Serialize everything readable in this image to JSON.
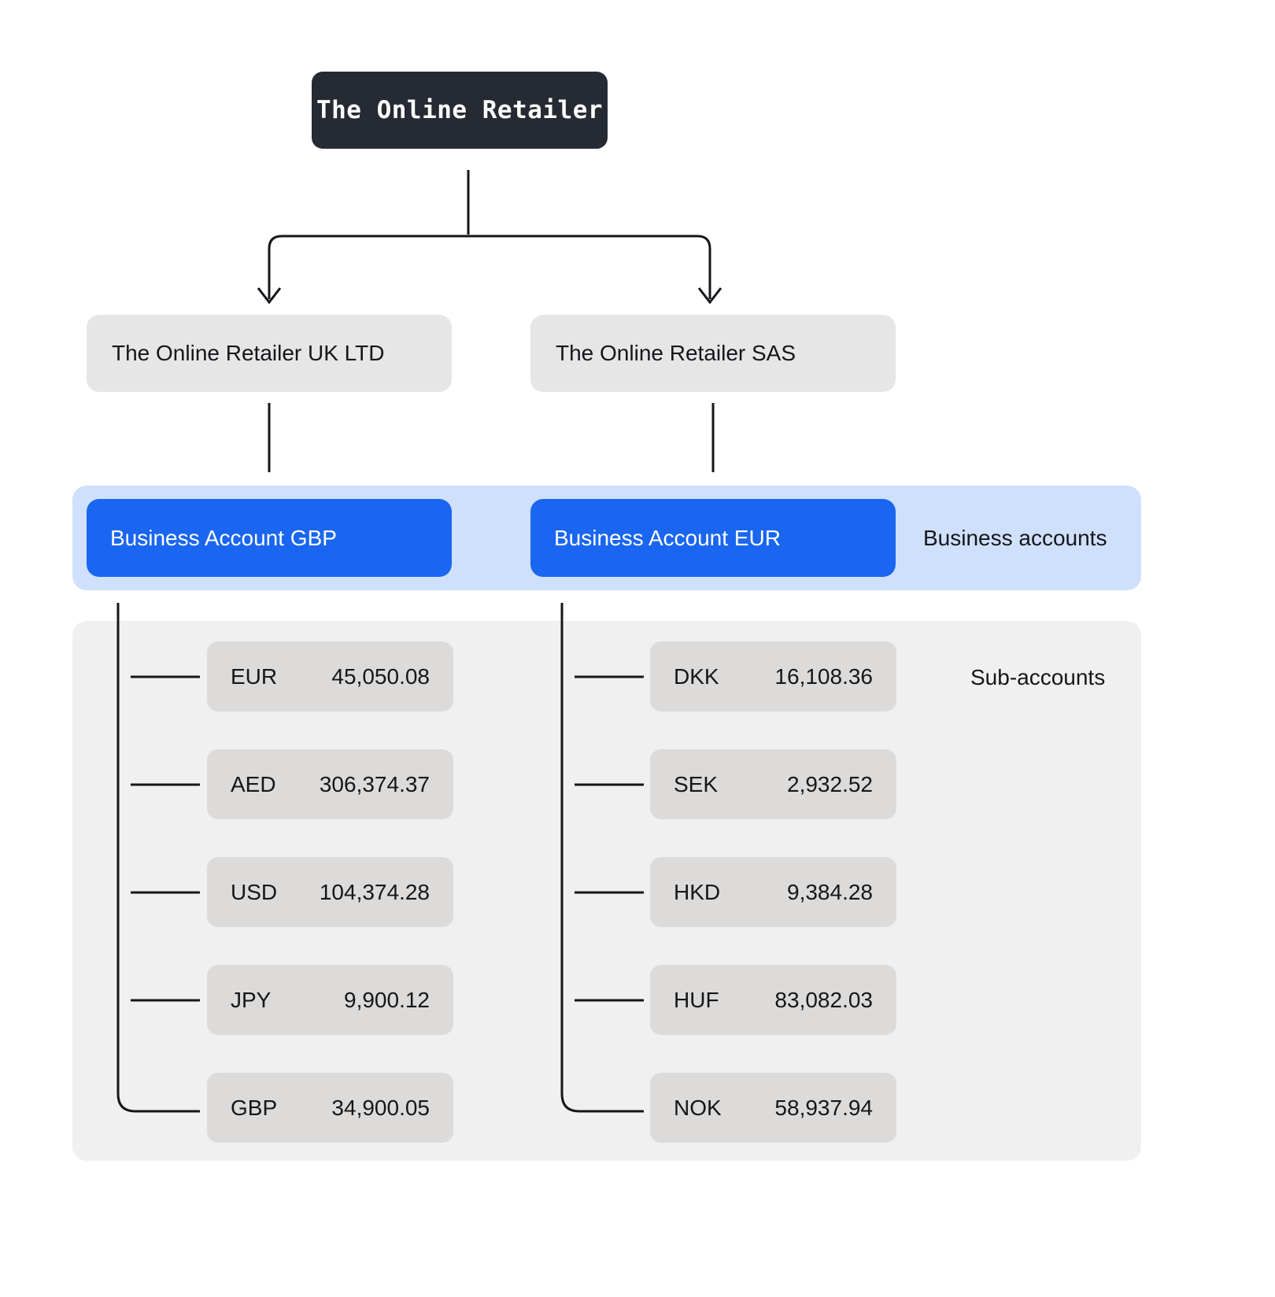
{
  "root": {
    "label": "The Online Retailer"
  },
  "entities": [
    {
      "label": "The Online Retailer UK LTD"
    },
    {
      "label": "The Online Retailer SAS"
    }
  ],
  "business_accounts": {
    "section_label": "Business accounts",
    "cards": [
      {
        "label": "Business Account GBP"
      },
      {
        "label": "Business Account EUR"
      }
    ]
  },
  "sub_accounts": {
    "section_label": "Sub-accounts",
    "columns": [
      {
        "parent": "Business Account GBP",
        "rows": [
          {
            "code": "EUR",
            "amount": "45,050.08"
          },
          {
            "code": "AED",
            "amount": "306,374.37"
          },
          {
            "code": "USD",
            "amount": "104,374.28"
          },
          {
            "code": "JPY",
            "amount": "9,900.12"
          },
          {
            "code": "GBP",
            "amount": "34,900.05"
          }
        ]
      },
      {
        "parent": "Business Account EUR",
        "rows": [
          {
            "code": "DKK",
            "amount": "16,108.36"
          },
          {
            "code": "SEK",
            "amount": "2,932.52"
          },
          {
            "code": "HKD",
            "amount": "9,384.28"
          },
          {
            "code": "HUF",
            "amount": "83,082.03"
          },
          {
            "code": "NOK",
            "amount": "58,937.94"
          }
        ]
      }
    ]
  },
  "colors": {
    "root_bg": "#262b33",
    "entity_bg": "#e7e6e6",
    "band_bg": "#cfe0fc",
    "account_bg": "#1a66f0",
    "panel_bg": "#f1f0f0",
    "row_bg": "#dcdbda",
    "connector": "#14161a"
  }
}
